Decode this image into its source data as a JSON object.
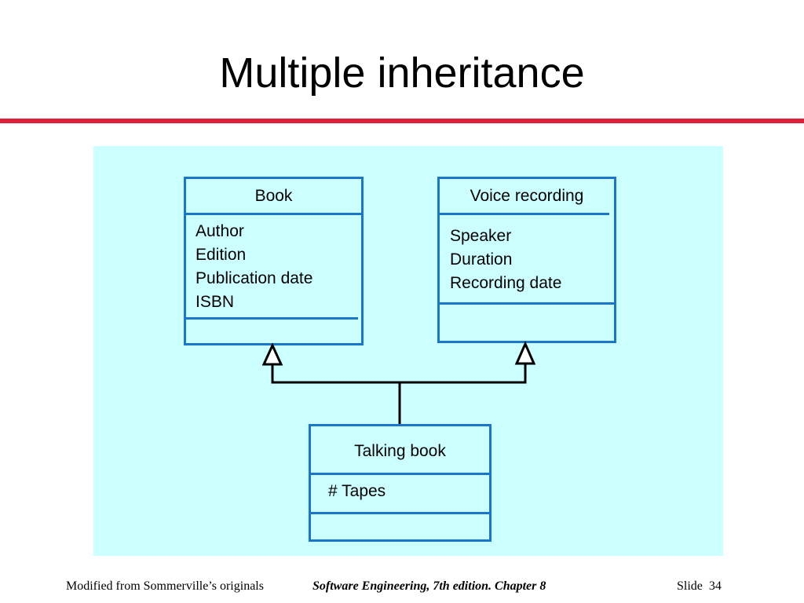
{
  "slide": {
    "title": "Multiple inheritance"
  },
  "classes": {
    "book": {
      "name": "Book",
      "attributes": [
        "Author",
        "Edition",
        "Publication date",
        "ISBN"
      ]
    },
    "voice_recording": {
      "name": "Voice recording",
      "attributes": [
        "Speaker",
        "Duration",
        "Recording date"
      ]
    },
    "talking_book": {
      "name": "Talking book",
      "attributes": [
        "# Tapes"
      ]
    }
  },
  "footer": {
    "left": "Modified from Sommerville’s originals",
    "center": "Software Engineering, 7th edition. Chapter 8",
    "slide_label": "Slide",
    "slide_number": "34"
  },
  "colors": {
    "title_rule": "#e0203a",
    "diagram_background": "#ccffff",
    "class_border": "#1976c8"
  }
}
